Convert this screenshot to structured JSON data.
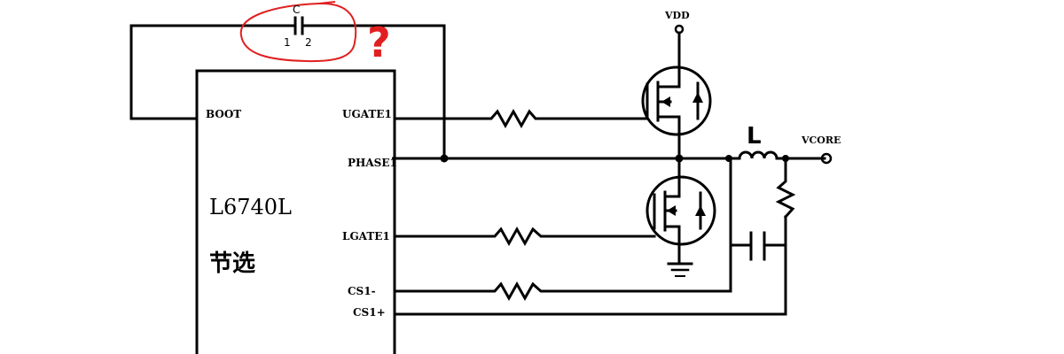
{
  "chip": {
    "name": "L6740L",
    "subtitle": "节选",
    "pins": {
      "boot": "BOOT",
      "ugate": "UGATE1",
      "phase": "PHASE1",
      "lgate": "LGATE1",
      "cs_minus": "CS1-",
      "cs_plus": "CS1+"
    }
  },
  "labels": {
    "vdd": "VDD",
    "vcore": "VCORE",
    "inductor": "L",
    "bootcap": "C",
    "bootcap_pin1": "1",
    "bootcap_pin2": "2",
    "question": "?"
  },
  "colors": {
    "wire": "#000000",
    "annotation": "#e02020"
  }
}
